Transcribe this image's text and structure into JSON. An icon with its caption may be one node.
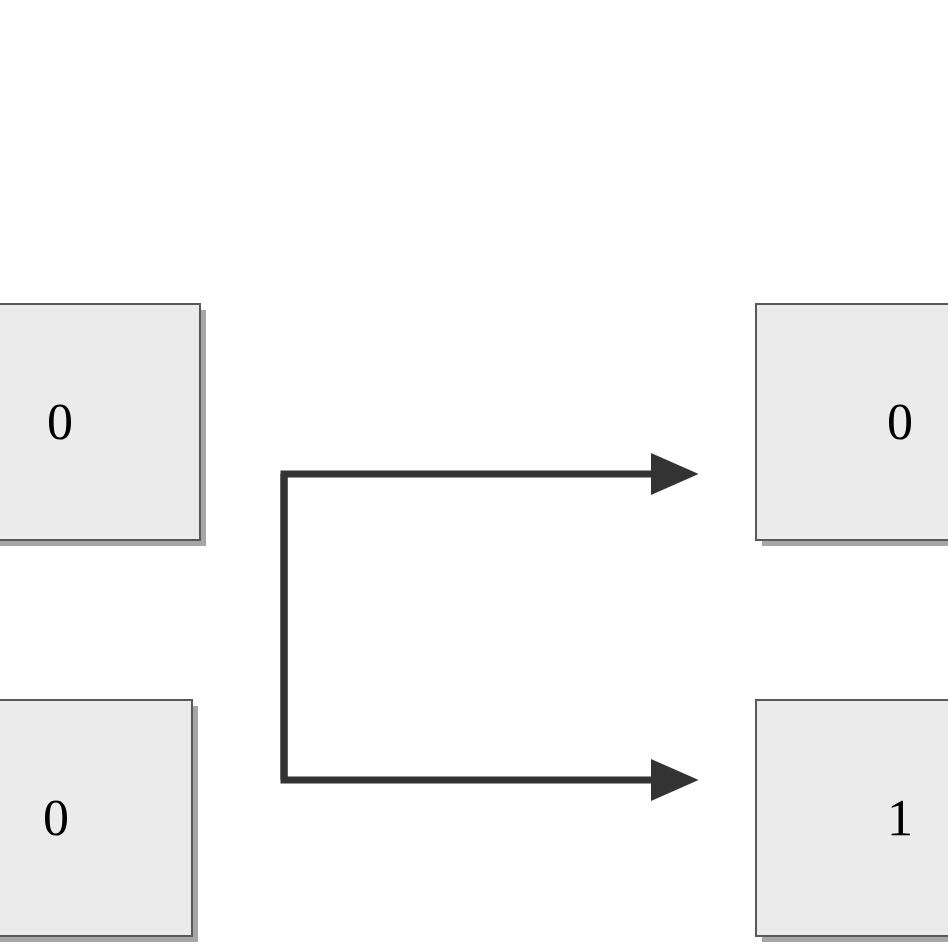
{
  "diagram": {
    "nodes": [
      {
        "text": [
          "0"
        ]
      },
      {
        "text": [
          "0"
        ]
      },
      {
        "text": [
          "0"
        ]
      },
      {
        "text": [
          "1"
        ]
      }
    ],
    "edges": [
      {
        "from": null,
        "to": 2,
        "arrow": "to"
      },
      {
        "from": null,
        "to": 3,
        "arrow": "to"
      }
    ]
  }
}
